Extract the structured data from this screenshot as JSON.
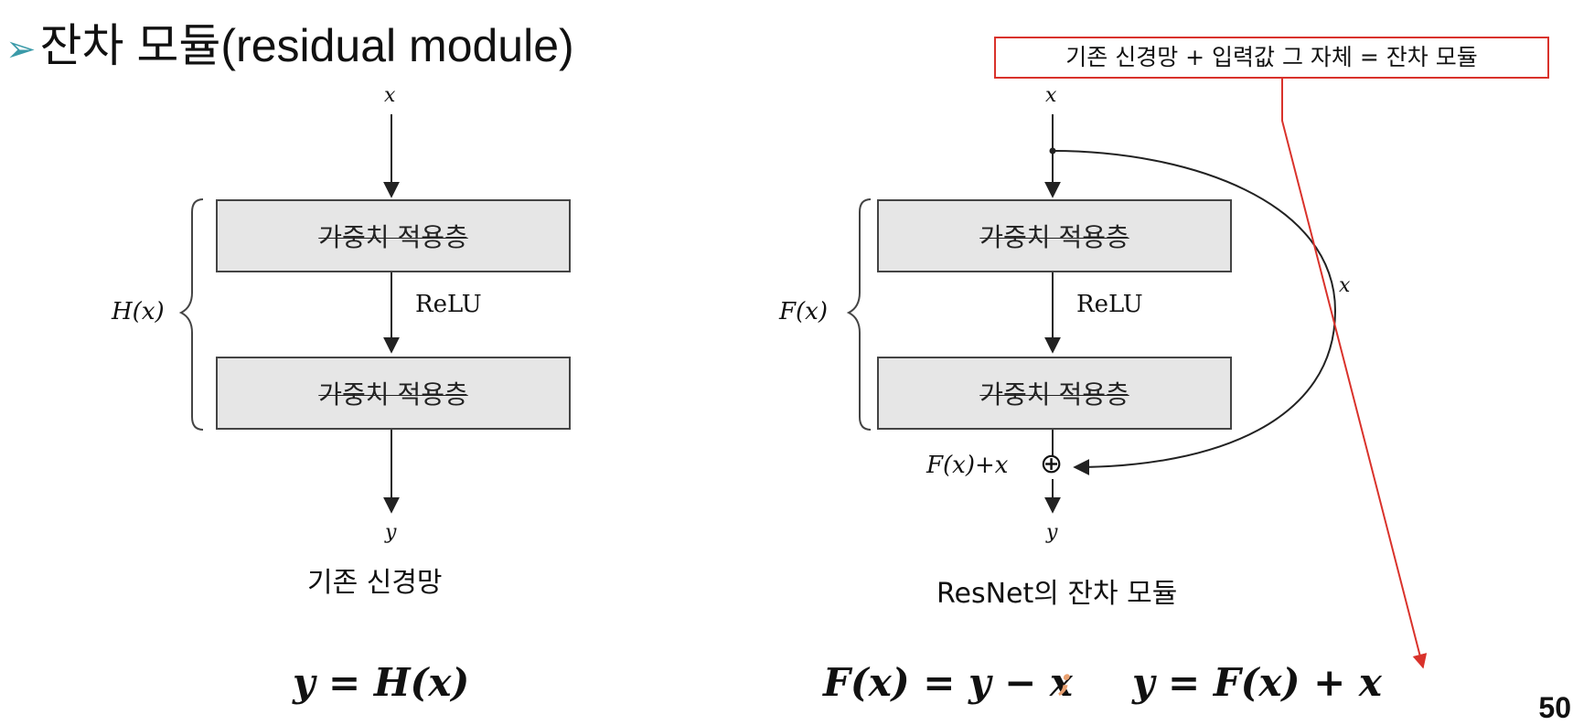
{
  "title": {
    "bullet": "➢",
    "text": "잔차 모듈(residual module)"
  },
  "callout": {
    "text": "기존 신경망 + 입력값 그 자체 = 잔차 모듈"
  },
  "left_diagram": {
    "input": "x",
    "layer1": "가중치 적용층",
    "activation": "ReLU",
    "layer2": "가중치 적용층",
    "group_label": "H(x)",
    "output": "y",
    "caption": "기존 신경망",
    "formula": "y = H(x)"
  },
  "right_diagram": {
    "input": "x",
    "layer1": "가중치 적용층",
    "activation": "ReLU",
    "layer2": "가중치 적용층",
    "group_label": "F(x)",
    "skip_label": "x",
    "sum_label": "F(x)+x",
    "sum_symbol": "⊕",
    "output": "y",
    "caption": "ResNet의 잔차 모듈",
    "formula_1": "F(x) = y − x",
    "formula_sep": ";",
    "formula_2": "y = F(x) + x"
  },
  "page_number": "50",
  "colors": {
    "accent": "#3a9aa8",
    "callout_border": "#d9322b",
    "layer_fill": "#e6e6e6"
  }
}
